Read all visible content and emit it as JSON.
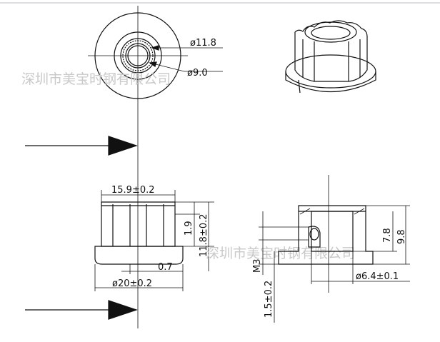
{
  "watermark": {
    "company": "深圳市美宝时钢有限公司"
  },
  "top_view": {
    "dim_outer": "ø11.8",
    "dim_inner": "ø9.0"
  },
  "front_view": {
    "dim_top_width": "15.9±0.2",
    "dim_step_height": "1.9",
    "dim_body_height": "11.8±0.2",
    "dim_offset": "0.7",
    "dim_base_diameter": "ø20±0.2"
  },
  "section_view": {
    "dim_thread": "M3",
    "dim_total_height": "9.8",
    "dim_bore_depth": "7.8",
    "dim_bore_diameter": "ø6.4±0.1",
    "dim_base_thickness": "1.5±0.2"
  },
  "colors": {
    "line": "#111111",
    "watermark": "#c9c9c9",
    "frame": "#d0d4d8"
  }
}
